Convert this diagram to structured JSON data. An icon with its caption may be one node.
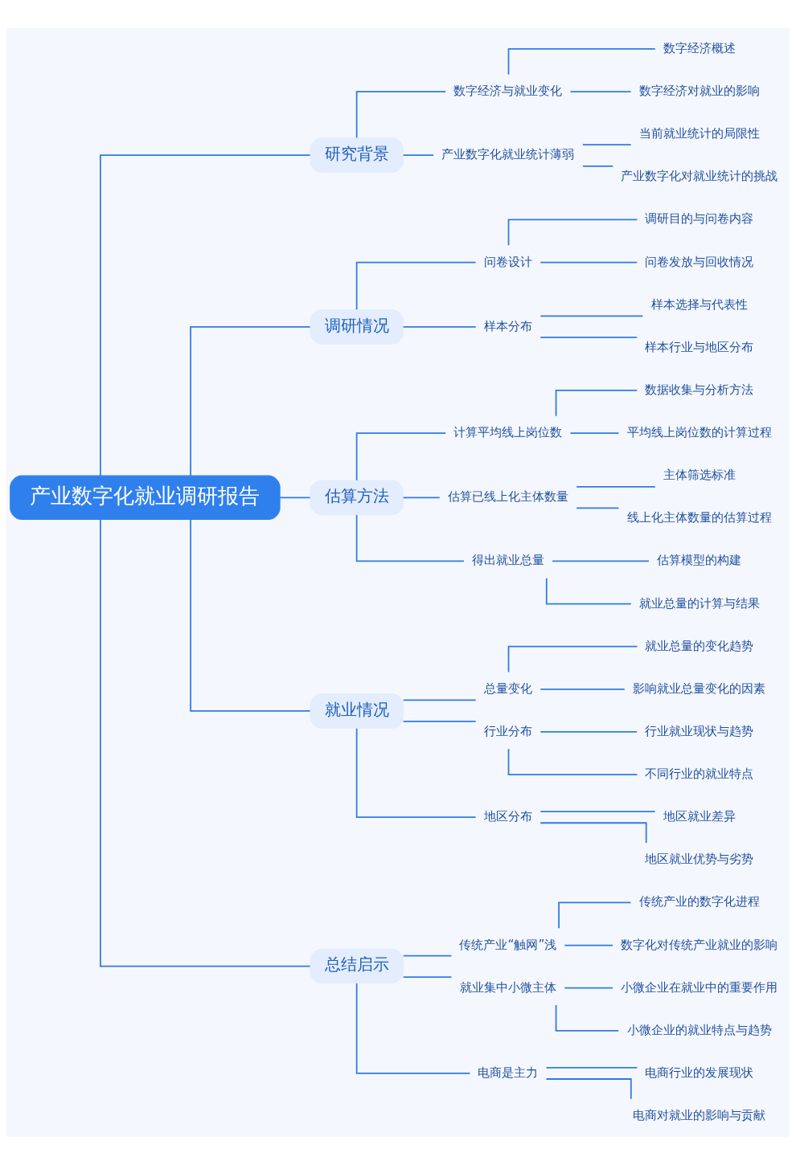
{
  "diagram": {
    "nodes": [
      {
        "text": [
          "产业数字化就业调研报告"
        ]
      },
      {
        "text": [
          "研究背景"
        ]
      },
      {
        "text": [
          "数字经济与就业变化"
        ]
      },
      {
        "text": [
          "数字经济概述"
        ]
      },
      {
        "text": [
          "数字经济对就业的影响"
        ]
      },
      {
        "text": [
          "产业数字化就业统计薄弱"
        ]
      },
      {
        "text": [
          "当前就业统计的局限性"
        ]
      },
      {
        "text": [
          "产业数字化对就业统计的挑战"
        ]
      },
      {
        "text": [
          "调研情况"
        ]
      },
      {
        "text": [
          "问卷设计"
        ]
      },
      {
        "text": [
          "调研目的与问卷内容"
        ]
      },
      {
        "text": [
          "问卷发放与回收情况"
        ]
      },
      {
        "text": [
          "样本分布"
        ]
      },
      {
        "text": [
          "样本选择与代表性"
        ]
      },
      {
        "text": [
          "样本行业与地区分布"
        ]
      },
      {
        "text": [
          "估算方法"
        ]
      },
      {
        "text": [
          "计算平均线上岗位数"
        ]
      },
      {
        "text": [
          "数据收集与分析方法"
        ]
      },
      {
        "text": [
          "平均线上岗位数的计算过程"
        ]
      },
      {
        "text": [
          "估算已线上化主体数量"
        ]
      },
      {
        "text": [
          "主体筛选标准"
        ]
      },
      {
        "text": [
          "线上化主体数量的估算过程"
        ]
      },
      {
        "text": [
          "得出就业总量"
        ]
      },
      {
        "text": [
          "估算模型的构建"
        ]
      },
      {
        "text": [
          "就业总量的计算与结果"
        ]
      },
      {
        "text": [
          "就业情况"
        ]
      },
      {
        "text": [
          "总量变化"
        ]
      },
      {
        "text": [
          "就业总量的变化趋势"
        ]
      },
      {
        "text": [
          "影响就业总量变化的因素"
        ]
      },
      {
        "text": [
          "行业分布"
        ]
      },
      {
        "text": [
          "行业就业现状与趋势"
        ]
      },
      {
        "text": [
          "不同行业的就业特点"
        ]
      },
      {
        "text": [
          "地区分布"
        ]
      },
      {
        "text": [
          "地区就业差异"
        ]
      },
      {
        "text": [
          "地区就业优势与劣势"
        ]
      },
      {
        "text": [
          "总结启示"
        ]
      },
      {
        "text": [
          "传统产业“触网”浅"
        ]
      },
      {
        "text": [
          "传统产业的数字化进程"
        ]
      },
      {
        "text": [
          "数字化对传统产业就业的影响"
        ]
      },
      {
        "text": [
          "就业集中小微主体"
        ]
      },
      {
        "text": [
          "小微企业在就业中的重要作用"
        ]
      },
      {
        "text": [
          "小微企业的就业特点与趋势"
        ]
      },
      {
        "text": [
          "电商是主力"
        ]
      },
      {
        "text": [
          "电商行业的发展现状"
        ]
      },
      {
        "text": [
          "电商对就业的影响与贡献"
        ]
      }
    ],
    "edges": [
      {
        "from": 0,
        "to": 1,
        "arrow": "none"
      },
      {
        "from": 1,
        "to": 2,
        "arrow": "none"
      },
      {
        "from": 2,
        "to": 3,
        "arrow": "none"
      },
      {
        "from": 2,
        "to": 4,
        "arrow": "none"
      },
      {
        "from": 1,
        "to": 5,
        "arrow": "none"
      },
      {
        "from": 5,
        "to": 6,
        "arrow": "none"
      },
      {
        "from": 5,
        "to": 7,
        "arrow": "none"
      },
      {
        "from": 0,
        "to": 8,
        "arrow": "none"
      },
      {
        "from": 8,
        "to": 9,
        "arrow": "none"
      },
      {
        "from": 9,
        "to": 10,
        "arrow": "none"
      },
      {
        "from": 9,
        "to": 11,
        "arrow": "none"
      },
      {
        "from": 8,
        "to": 12,
        "arrow": "none"
      },
      {
        "from": 12,
        "to": 13,
        "arrow": "none"
      },
      {
        "from": 12,
        "to": 14,
        "arrow": "none"
      },
      {
        "from": 0,
        "to": 15,
        "arrow": "none"
      },
      {
        "from": 15,
        "to": 16,
        "arrow": "none"
      },
      {
        "from": 16,
        "to": 17,
        "arrow": "none"
      },
      {
        "from": 16,
        "to": 18,
        "arrow": "none"
      },
      {
        "from": 15,
        "to": 19,
        "arrow": "none"
      },
      {
        "from": 19,
        "to": 20,
        "arrow": "none"
      },
      {
        "from": 19,
        "to": 21,
        "arrow": "none"
      },
      {
        "from": 15,
        "to": 22,
        "arrow": "none"
      },
      {
        "from": 22,
        "to": 23,
        "arrow": "none"
      },
      {
        "from": 22,
        "to": 24,
        "arrow": "none"
      },
      {
        "from": 0,
        "to": 25,
        "arrow": "none"
      },
      {
        "from": 25,
        "to": 26,
        "arrow": "none"
      },
      {
        "from": 26,
        "to": 27,
        "arrow": "none"
      },
      {
        "from": 26,
        "to": 28,
        "arrow": "none"
      },
      {
        "from": 25,
        "to": 29,
        "arrow": "none"
      },
      {
        "from": 29,
        "to": 30,
        "arrow": "none"
      },
      {
        "from": 29,
        "to": 31,
        "arrow": "none"
      },
      {
        "from": 25,
        "to": 32,
        "arrow": "none"
      },
      {
        "from": 32,
        "to": 33,
        "arrow": "none"
      },
      {
        "from": 32,
        "to": 34,
        "arrow": "none"
      },
      {
        "from": 0,
        "to": 35,
        "arrow": "none"
      },
      {
        "from": 35,
        "to": 36,
        "arrow": "none"
      },
      {
        "from": 36,
        "to": 37,
        "arrow": "none"
      },
      {
        "from": 36,
        "to": 38,
        "arrow": "none"
      },
      {
        "from": 35,
        "to": 39,
        "arrow": "none"
      },
      {
        "from": 39,
        "to": 40,
        "arrow": "none"
      },
      {
        "from": 39,
        "to": 41,
        "arrow": "none"
      },
      {
        "from": 35,
        "to": 42,
        "arrow": "none"
      },
      {
        "from": 42,
        "to": 43,
        "arrow": "none"
      },
      {
        "from": 42,
        "to": 44,
        "arrow": "none"
      }
    ]
  }
}
